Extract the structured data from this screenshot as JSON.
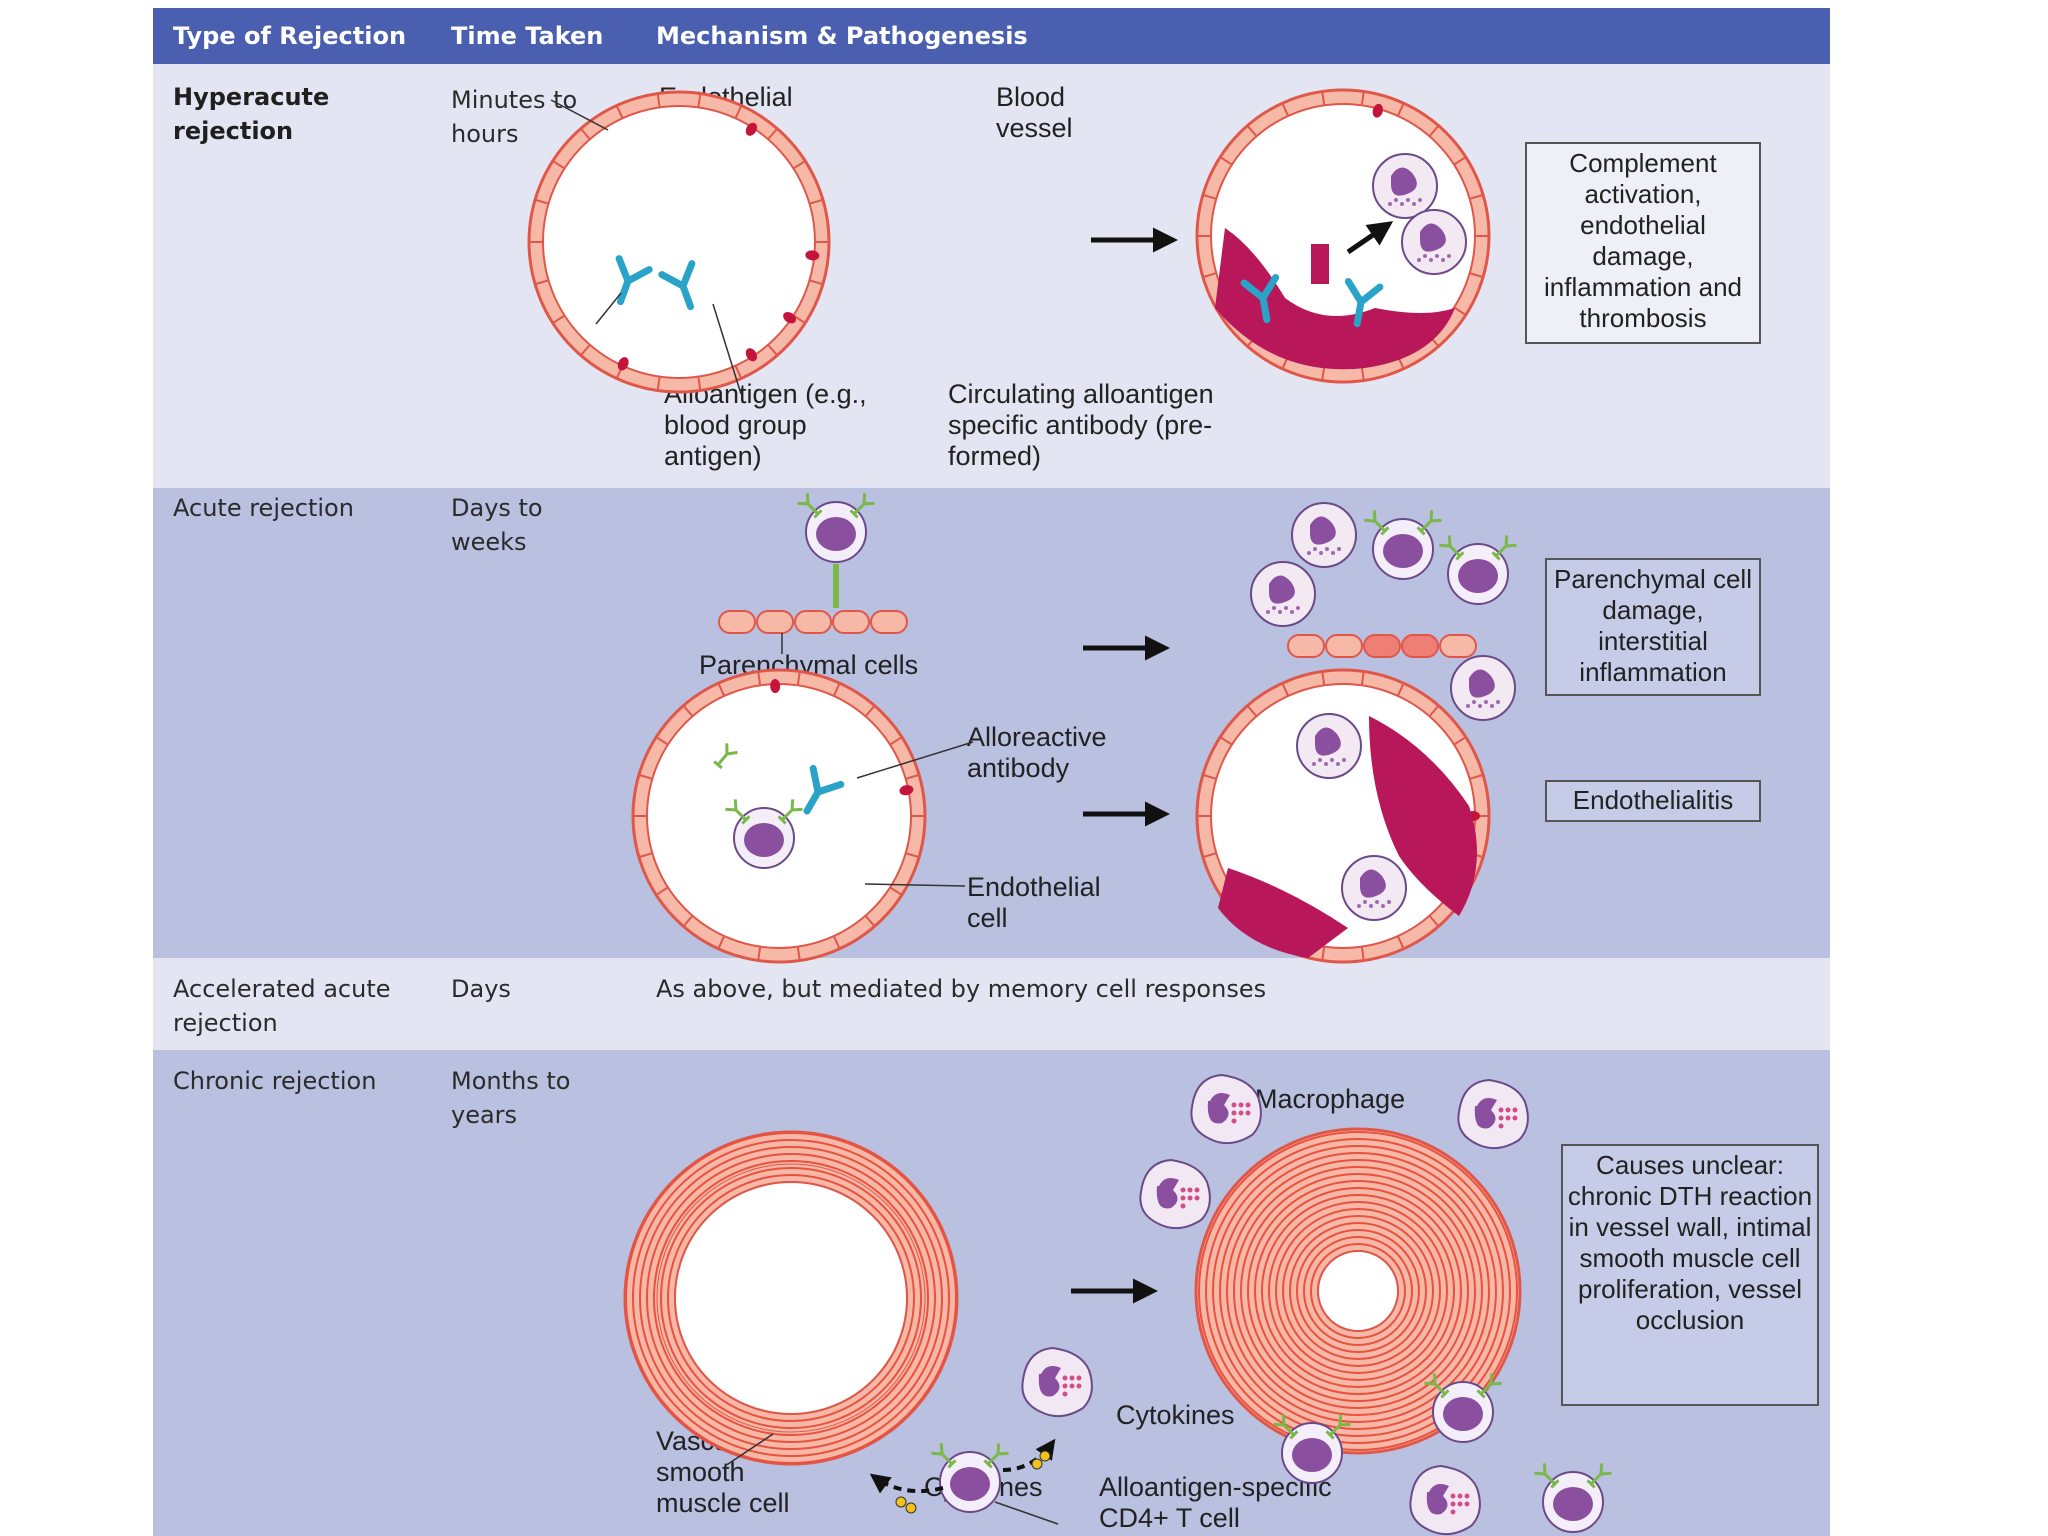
{
  "header": {
    "col1": "Type of Rejection",
    "col2": "Time Taken",
    "col3": "Mechanism & Pathogenesis"
  },
  "rows": [
    {
      "type": "Hyperacute rejection",
      "time": "Minutes to hours",
      "labels": {
        "endothelial_cell": "Endothelial cell",
        "blood_vessel": "Blood vessel",
        "alloantigen": "Alloantigen (e.g., blood group antigen)",
        "antibody": "Circulating alloantigen specific antibody (pre-formed)"
      },
      "outcome": "Complement activation, endothelial damage, inflammation and thrombosis"
    },
    {
      "type": "Acute rejection",
      "time": "Days to weeks",
      "labels": {
        "parenchymal": "Parenchymal cells",
        "alloreactive_antibody": "Alloreactive antibody",
        "endothelial_cell": "Endothelial cell"
      },
      "outcome_1": "Parenchymal cell damage, interstitial inflammation",
      "outcome_2": "Endothelialitis"
    },
    {
      "type": "Accelerated acute rejection",
      "time": "Days",
      "mechanism": "As above, but mediated by memory cell responses"
    },
    {
      "type": "Chronic rejection",
      "time": "Months to years",
      "labels": {
        "macrophage": "Macrophage",
        "vsmc": "Vascular smooth muscle cell",
        "cytokines_left": "Cytokines",
        "cytokines_right": "Cytokines",
        "t_cell": "Alloantigen-specific CD4+ T cell"
      },
      "outcome": "Causes unclear: chronic DTH reaction in vessel wall, intimal smooth muscle cell proliferation, vessel occlusion"
    }
  ],
  "colors": {
    "header": "#4a5fb0",
    "row_light": "#e3e6f2",
    "row_mid": "#b9c0e0",
    "vessel_wall": "#f6b9a8",
    "vessel_outline": "#e0574a",
    "thrombus": "#b8175a",
    "antibody": "#2aa3c9",
    "receptor": "#7bb84a",
    "cell_nucleus": "#8a4f9e"
  },
  "icons": [
    "vessel-icon",
    "antibody-icon",
    "lymphocyte-icon",
    "neutrophil-icon",
    "macrophage-icon",
    "arrow-right-icon"
  ]
}
